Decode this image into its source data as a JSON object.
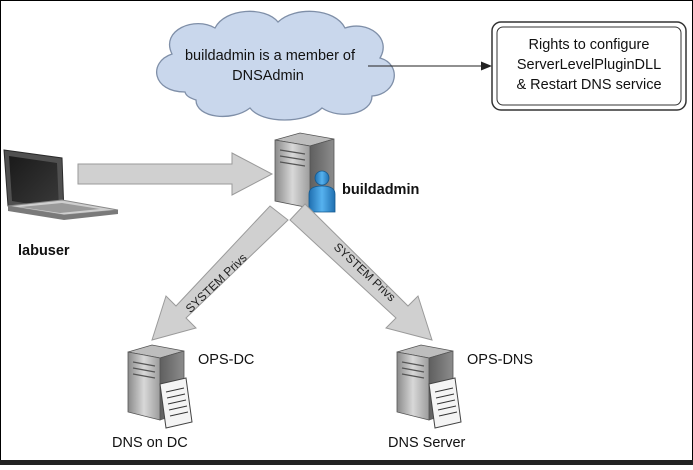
{
  "cloud": {
    "line1": "buildadmin is a member of",
    "line2": "DNSAdmin"
  },
  "rights_box": {
    "line1": "Rights to configure",
    "line2": "ServerLevelPluginDLL",
    "line3": "& Restart DNS service"
  },
  "nodes": {
    "laptop_label": "labuser",
    "buildadmin_label": "buildadmin",
    "ops_dc_label": "OPS-DC",
    "dns_dc_caption": "DNS on DC",
    "ops_dns_label": "OPS-DNS",
    "dns_server_caption": "DNS Server"
  },
  "arrows": {
    "left_label": "SYSTEM Privs",
    "right_label": "SYSTEM Privs"
  },
  "colors": {
    "cloud_fill": "#c9d7ec",
    "cloud_stroke": "#7f8fa8",
    "arrow_fill": "#d0d0d0",
    "arrow_stroke": "#9a9a9a",
    "user_blue": "#2b8fd6"
  }
}
